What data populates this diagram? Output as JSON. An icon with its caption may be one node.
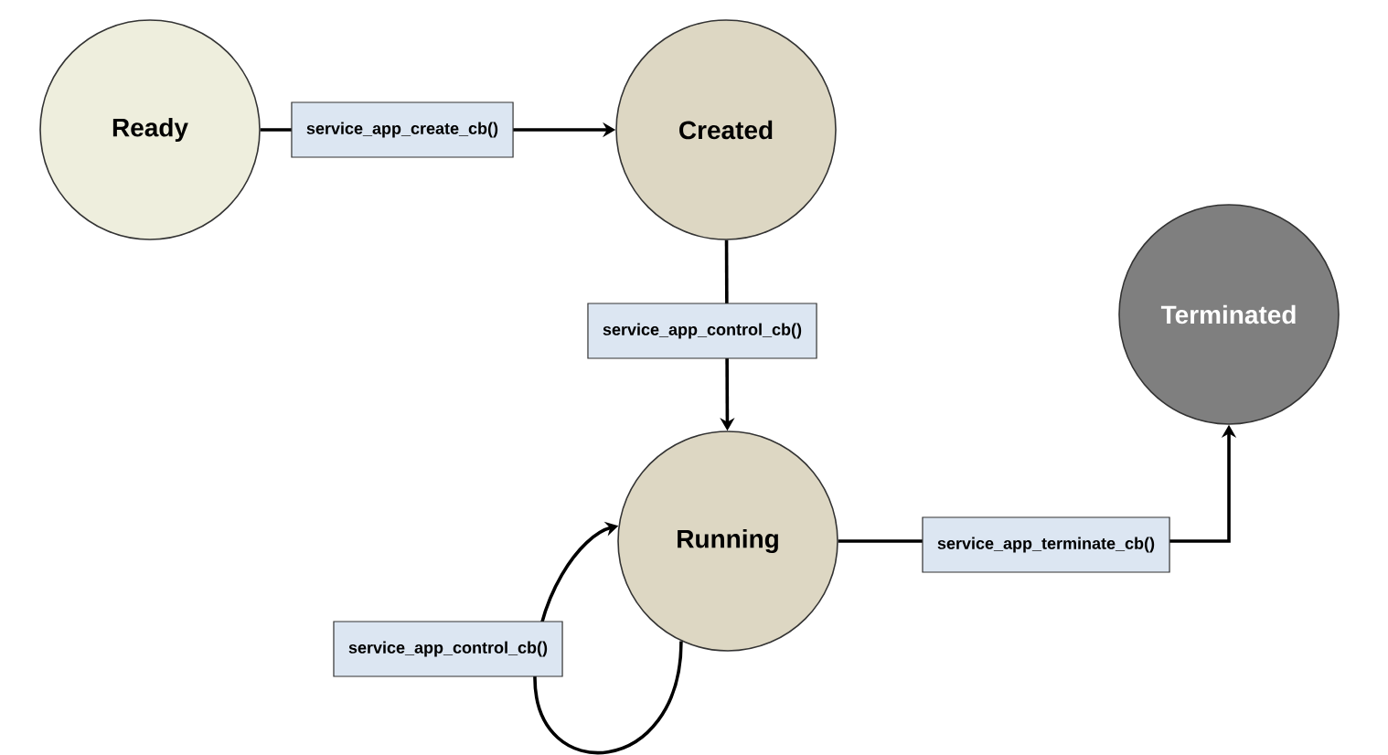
{
  "diagram": {
    "nodes": [
      {
        "text": [
          "Ready"
        ]
      },
      {
        "text": [
          "Created"
        ]
      },
      {
        "text": [
          "Running"
        ]
      },
      {
        "text": [
          "Terminated"
        ]
      }
    ],
    "edges": [
      {
        "from": 0,
        "to": 1,
        "arrow": "to",
        "label": "service_app_create_cb()"
      },
      {
        "from": 1,
        "to": 2,
        "arrow": "to",
        "label": "service_app_control_cb()"
      },
      {
        "from": 2,
        "to": 2,
        "arrow": "to",
        "label": "service_app_control_cb()"
      },
      {
        "from": 2,
        "to": 3,
        "arrow": "to",
        "label": "service_app_terminate_cb()"
      }
    ]
  }
}
